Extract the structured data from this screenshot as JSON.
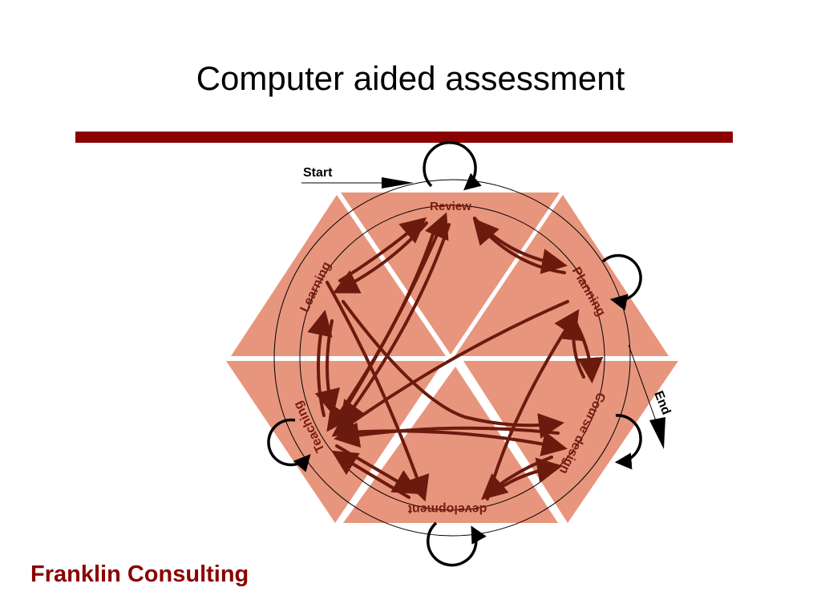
{
  "title": "Computer aided assessment",
  "footer": "Franklin Consulting",
  "colors": {
    "accent": "#8b0000",
    "hex_fill": "#e8957d",
    "arrow": "#6b1a0e",
    "label": "#7a1c10"
  },
  "diagram": {
    "start_label": "Start",
    "end_label": "End",
    "stages": {
      "review": "Review",
      "planning": "Planning",
      "course_design": "Course design",
      "development": "development",
      "teaching": "Teaching",
      "learning": "Learning"
    }
  }
}
